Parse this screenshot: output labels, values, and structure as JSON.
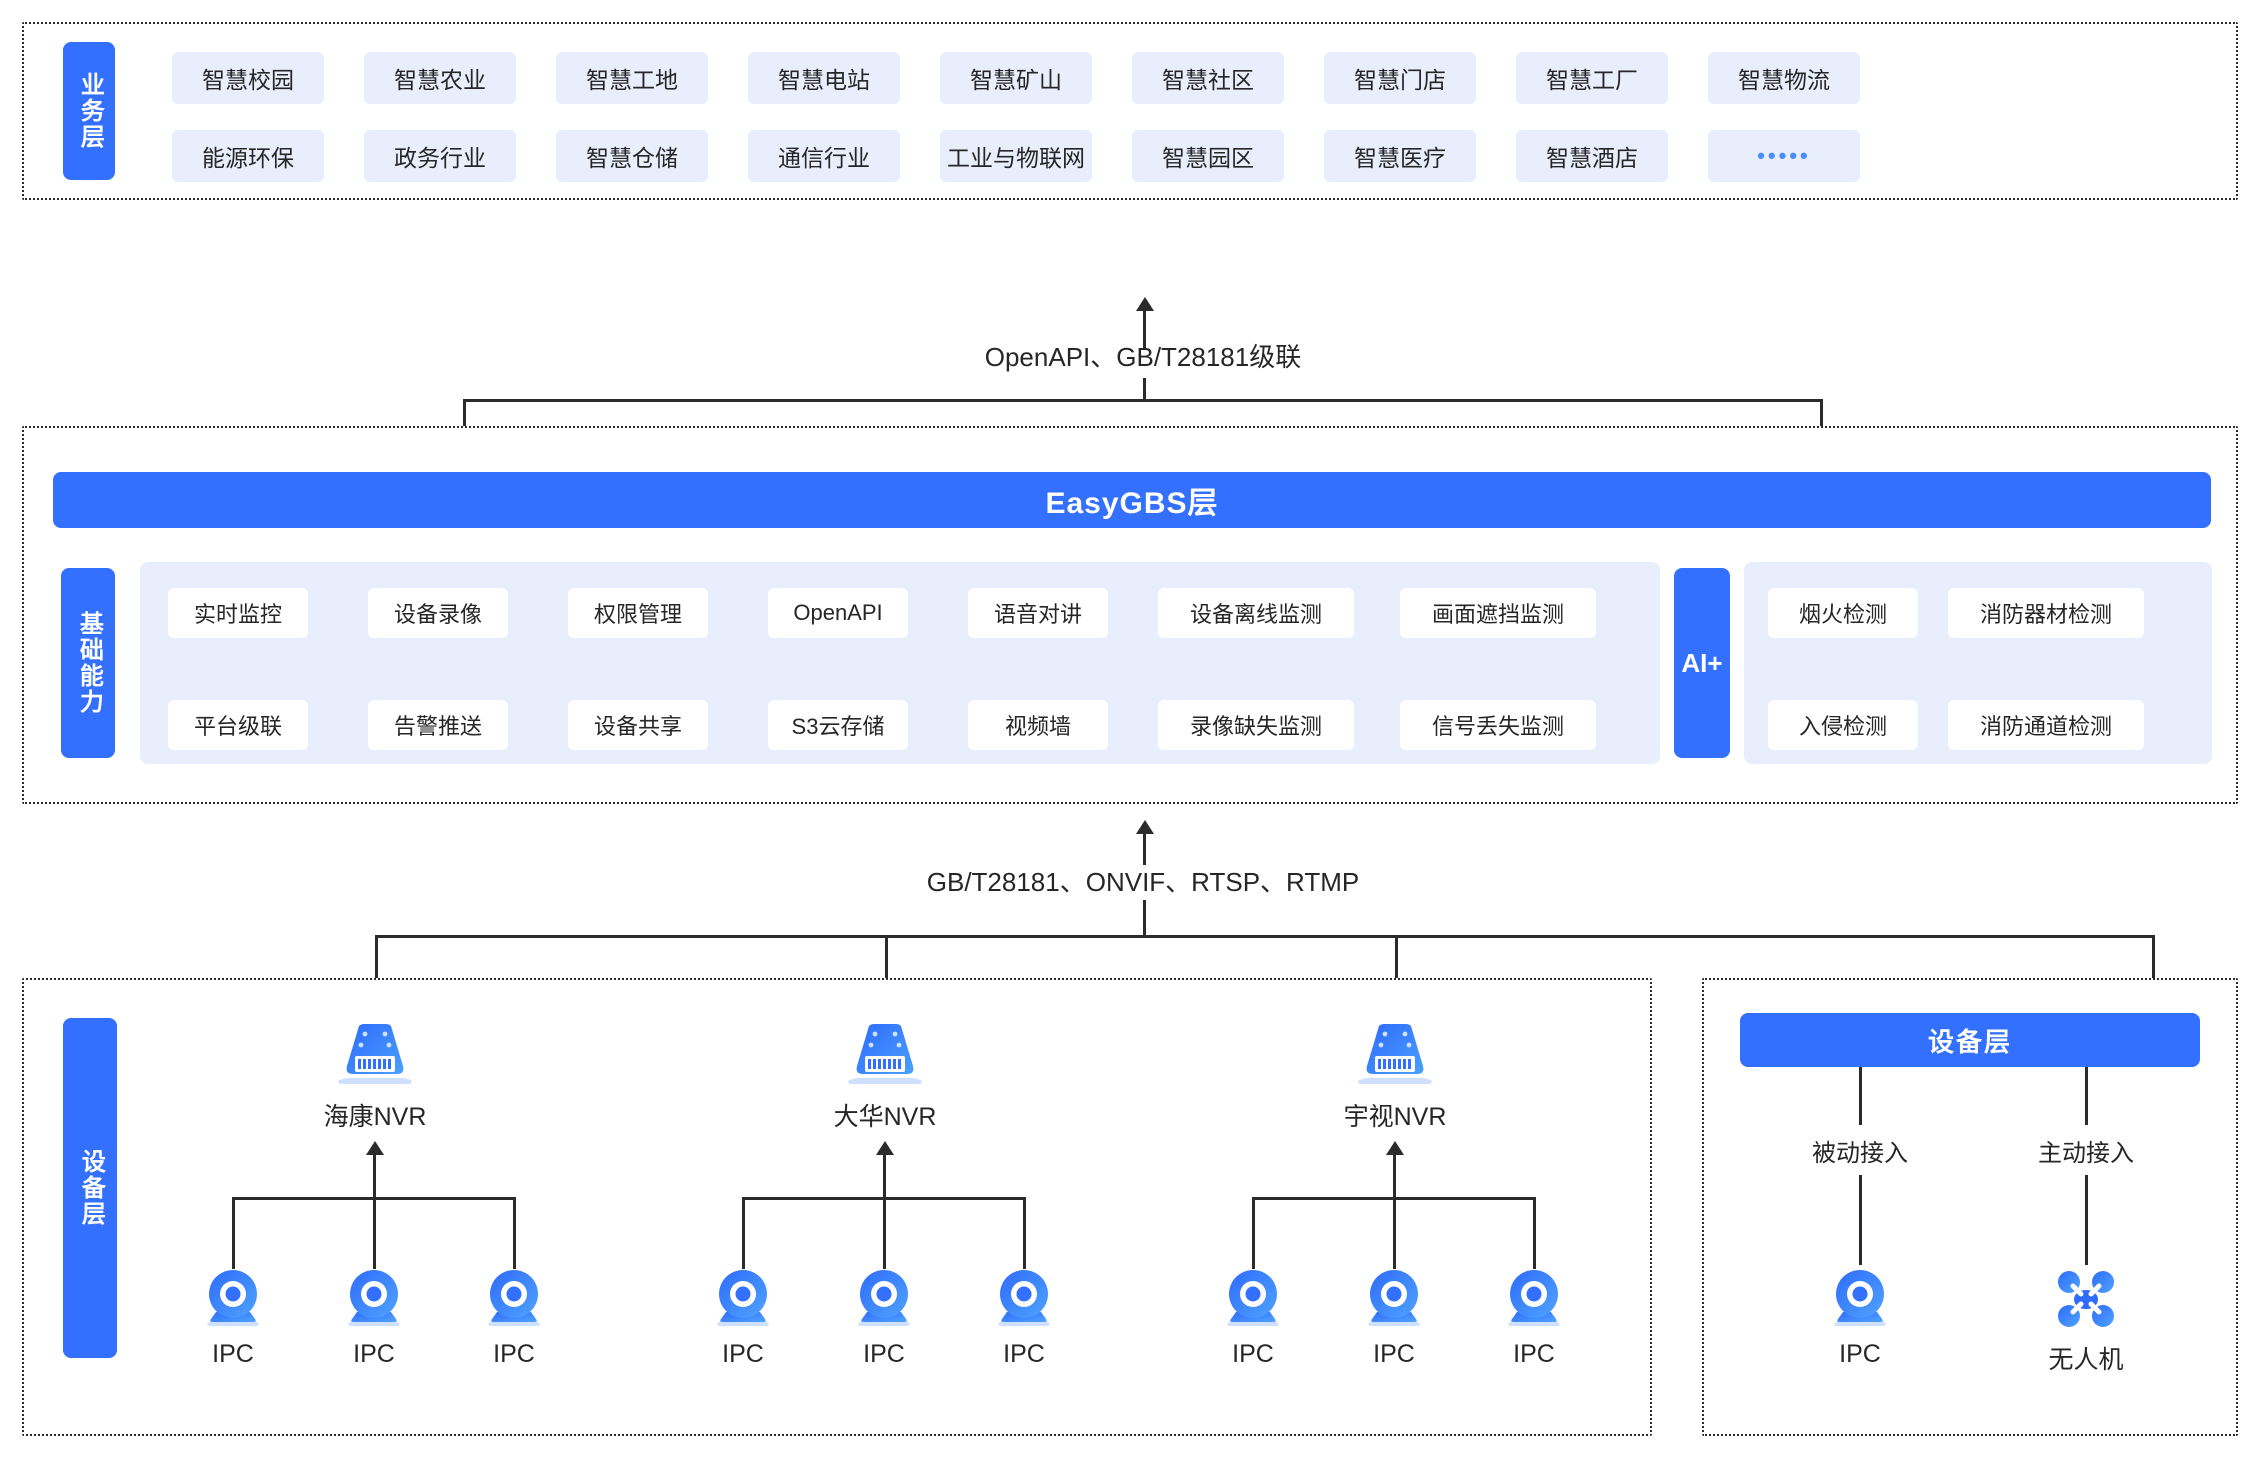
{
  "theme": {
    "accent": "#3370ff",
    "chip_bg": "#e8eefc",
    "panel_bg": "#e8eefc",
    "line": "#2b2b2b",
    "text": "#262626",
    "dots_color": "#4a8bff"
  },
  "business_layer": {
    "side_label": "业务层",
    "row1": [
      "智慧校园",
      "智慧农业",
      "智慧工地",
      "智慧电站",
      "智慧矿山",
      "智慧社区",
      "智慧门店",
      "智慧工厂",
      "智慧物流"
    ],
    "row2": [
      "能源环保",
      "政务行业",
      "智慧仓储",
      "通信行业",
      "工业与物联网",
      "智慧园区",
      "智慧医疗",
      "智慧酒店",
      "•••••"
    ]
  },
  "connector_top": {
    "label": "OpenAPI、GB/T28181级联"
  },
  "platform_layer": {
    "title_bar": "EasyGBS层",
    "side_label": "基础能力",
    "capabilities_row1": [
      "实时监控",
      "设备录像",
      "权限管理",
      "OpenAPI",
      "语音对讲",
      "设备离线监测",
      "画面遮挡监测"
    ],
    "capabilities_row2": [
      "平台级联",
      "告警推送",
      "设备共享",
      "S3云存储",
      "视频墙",
      "录像缺失监测",
      "信号丢失监测"
    ],
    "ai_label": "AI+",
    "ai_row1": [
      "烟火检测",
      "消防器材检测"
    ],
    "ai_row2": [
      "入侵检测",
      "消防通道检测"
    ]
  },
  "connector_bottom": {
    "label": "GB/T28181、ONVIF、RTSP、RTMP"
  },
  "device_layer_left": {
    "side_label": "设备层",
    "nvrs": [
      {
        "name": "海康NVR",
        "icon": "nvr-icon",
        "cameras": [
          "IPC",
          "IPC",
          "IPC"
        ]
      },
      {
        "name": "大华NVR",
        "icon": "nvr-icon",
        "cameras": [
          "IPC",
          "IPC",
          "IPC"
        ]
      },
      {
        "name": "宇视NVR",
        "icon": "nvr-icon",
        "cameras": [
          "IPC",
          "IPC",
          "IPC"
        ]
      }
    ],
    "camera_icon": "ipc-camera-icon"
  },
  "device_layer_right": {
    "title_bar": "设备层",
    "branches": [
      {
        "access": "被动接入",
        "device": "IPC",
        "icon": "ipc-camera-icon"
      },
      {
        "access": "主动接入",
        "device": "无人机",
        "icon": "drone-icon"
      }
    ]
  }
}
